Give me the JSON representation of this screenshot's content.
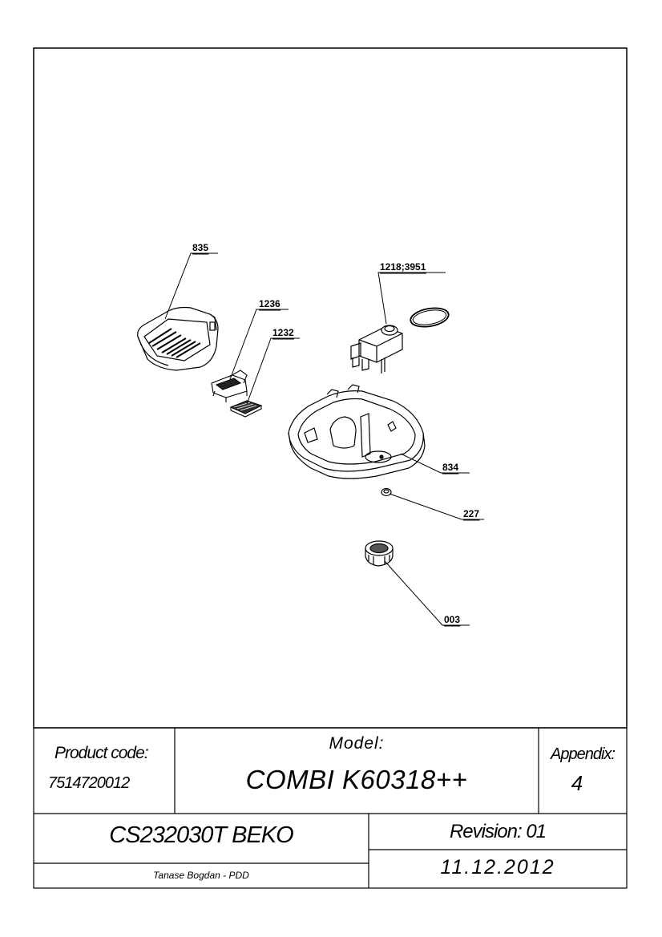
{
  "callouts": [
    {
      "id": "835",
      "label": "835"
    },
    {
      "id": "1236",
      "label": "1236"
    },
    {
      "id": "1232",
      "label": "1232"
    },
    {
      "id": "1218-3951",
      "label": "1218;3951"
    },
    {
      "id": "834",
      "label": "834"
    },
    {
      "id": "227",
      "label": "227"
    },
    {
      "id": "003",
      "label": "003"
    }
  ],
  "title_block": {
    "product_code_label": "Product code:",
    "product_code_value": "7514720012",
    "model_label": "Model:",
    "model_value": "COMBI K60318++",
    "appendix_label": "Appendix:",
    "appendix_value": "4",
    "drawing_code": "CS232030T BEKO",
    "author": "Tanase Bogdan - PDD",
    "revision": "Revision: 01",
    "date": "11.12.2012"
  }
}
